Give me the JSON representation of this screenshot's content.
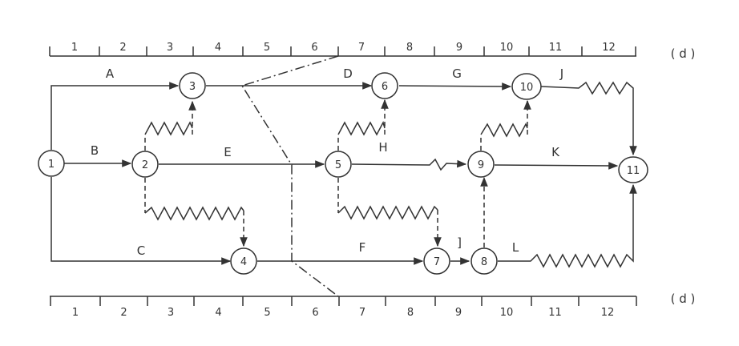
{
  "scale": {
    "top_labels": [
      "1",
      "2",
      "3",
      "4",
      "5",
      "6",
      "7",
      "8",
      "9",
      "10",
      "11",
      "12"
    ],
    "bottom_labels": [
      "1",
      "2",
      "3",
      "4",
      "5",
      "6",
      "7",
      "8",
      "9",
      "10",
      "11",
      "12"
    ],
    "unit": "( d )"
  },
  "nodes": [
    "1",
    "2",
    "3",
    "4",
    "5",
    "6",
    "7",
    "8",
    "9",
    "10",
    "11"
  ],
  "activities": {
    "A": "A",
    "B": "B",
    "C": "C",
    "D": "D",
    "E": "E",
    "F": "F",
    "G": "G",
    "H": "H",
    "I": "]",
    "J": "J",
    "K": "K",
    "L": "L"
  }
}
